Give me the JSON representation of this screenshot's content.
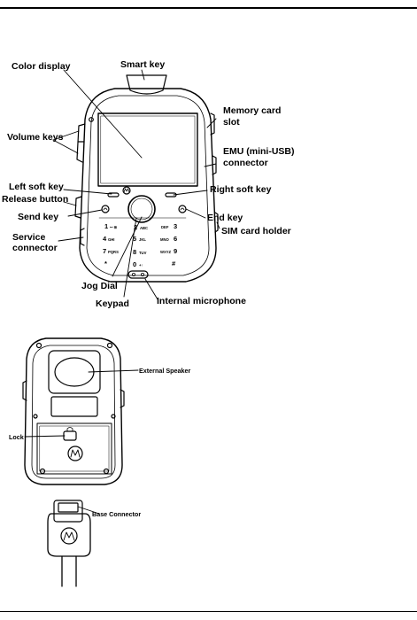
{
  "front_labels": {
    "color_display": "Color display",
    "smart_key": "Smart key",
    "memory_card_slot_1": "Memory card",
    "memory_card_slot_2": "slot",
    "volume_keys": "Volume keys",
    "emu_1": "EMU (mini-USB)",
    "emu_2": "connector",
    "left_soft_key": "Left soft key",
    "right_soft_key": "Right soft key",
    "release_button": "Release button",
    "send_key": "Send key",
    "end_key": "End key",
    "service_connector_1": "Service",
    "service_connector_2": "connector",
    "sim_card_holder": "SIM card holder",
    "jog_dial": "Jog Dial",
    "keypad": "Keypad",
    "internal_microphone": "Internal microphone"
  },
  "keypad_keys": [
    {
      "num": "1",
      "sub": "ꟷ ⊞"
    },
    {
      "num": "2",
      "sub": "ABC"
    },
    {
      "num": "3",
      "sub": "DEF"
    },
    {
      "num": "4",
      "sub": "GHI"
    },
    {
      "num": "5",
      "sub": "JKL"
    },
    {
      "num": "6",
      "sub": "MNO"
    },
    {
      "num": "7",
      "sub": "PQRS"
    },
    {
      "num": "8",
      "sub": "TUV"
    },
    {
      "num": "9",
      "sub": "WXYZ"
    },
    {
      "num": "*",
      "sub": ""
    },
    {
      "num": "0",
      "sub": "+↑"
    },
    {
      "num": "#",
      "sub": ""
    }
  ],
  "back_labels": {
    "external_speaker": "External Speaker",
    "lock": "Lock"
  },
  "base_labels": {
    "base_connector": "Base Connector"
  },
  "colors": {
    "line": "#000000",
    "display_fill": "#ffffff",
    "background": "#ffffff"
  }
}
